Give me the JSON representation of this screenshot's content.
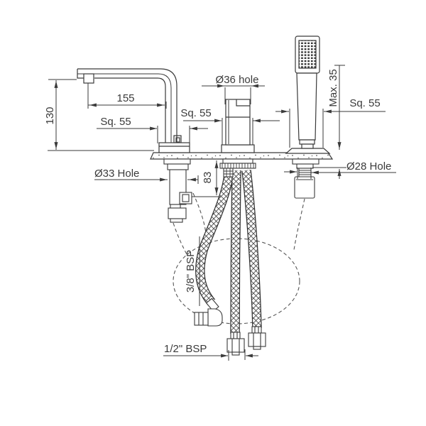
{
  "colors": {
    "line": "#3a3a3a",
    "background": "#ffffff"
  },
  "drawing": {
    "type": "bath-mixer-installation-diagram",
    "labels": {
      "spout_reach": "155",
      "spout_height": "130",
      "spout_base_square": "Sq. 55",
      "valve_base_square": "Sq. 55",
      "shower_base_square": "Sq. 55",
      "valve_hole": "Ø36 hole",
      "max_deck_thickness": "Max. 35",
      "spout_hole": "Ø33 Hole",
      "shower_hole": "Ø28 Hole",
      "below_deck_depth": "83",
      "outlet_hose_thread": "3/8\" BSP",
      "supply_hose_thread": "1/2\" BSP"
    }
  }
}
